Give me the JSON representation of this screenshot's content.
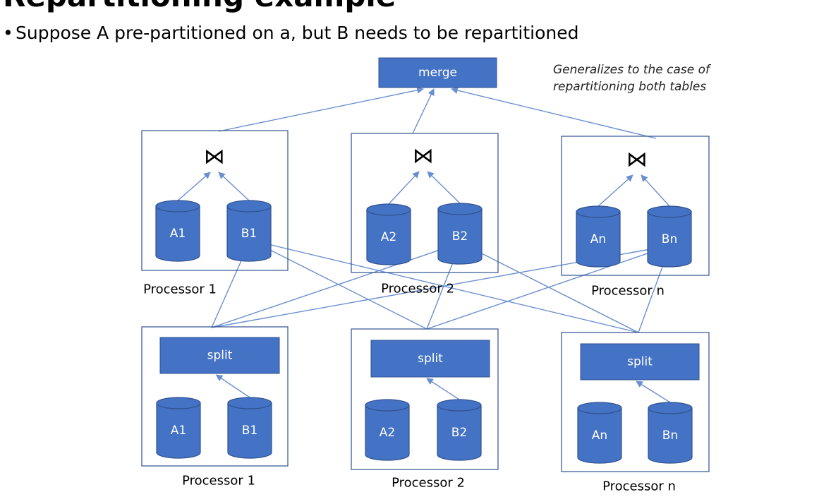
{
  "slide": {
    "heading": "Repartitioning example",
    "bullet": "Suppose A pre-partitioned on a, but B needs to be repartitioned",
    "note_line1": "Generalizes to the case of",
    "note_line2": "repartitioning both tables"
  },
  "diagram": {
    "merge_label": "merge",
    "join_symbol": "⋈",
    "split_label": "split",
    "colors": {
      "fill": "#4472c4",
      "stroke": "#2f528f",
      "frame": "#2f528f",
      "arrow": "#6a8fd0"
    },
    "join_boxes": [
      {
        "caption": "Processor  1",
        "a_label": "A1",
        "b_label": "B1"
      },
      {
        "caption": "Processor  2",
        "a_label": "A2",
        "b_label": "B2"
      },
      {
        "caption": "Processor  n",
        "a_label": "An",
        "b_label": "Bn"
      }
    ],
    "split_boxes": [
      {
        "caption": "Processor  1",
        "a_label": "A1",
        "b_label": "B1"
      },
      {
        "caption": "Processor  2",
        "a_label": "A2",
        "b_label": "B2"
      },
      {
        "caption": "Processor  n",
        "a_label": "An",
        "b_label": "Bn"
      }
    ]
  }
}
